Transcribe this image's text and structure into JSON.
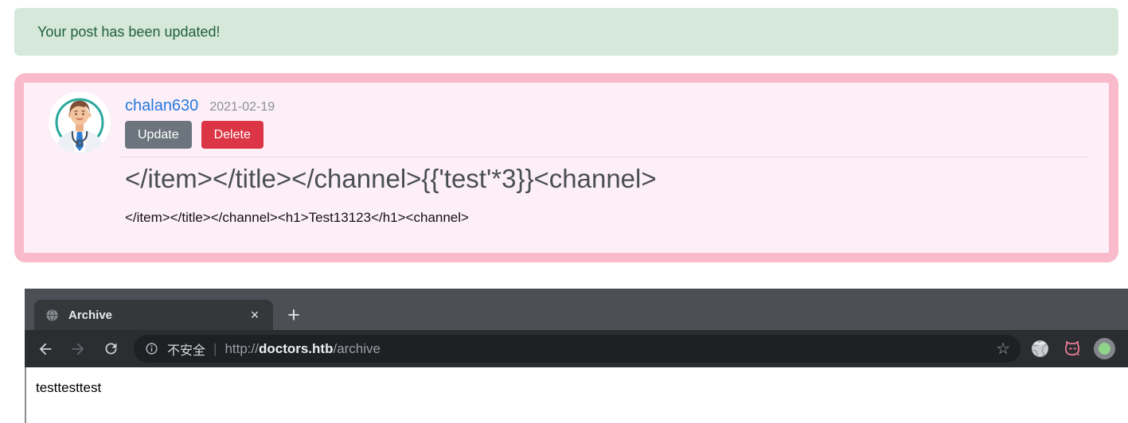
{
  "alert": {
    "message": "Your post has been updated!"
  },
  "post": {
    "author": "chalan630",
    "date": "2021-02-19",
    "actions": {
      "update": "Update",
      "delete": "Delete"
    },
    "title": "</item></title></channel>{{'test'*3}}<channel>",
    "body": "</item></title></channel><h1>Test13123</h1><channel>"
  },
  "browser": {
    "tab": {
      "title": "Archive"
    },
    "address": {
      "security_label": "不安全",
      "separator": "|",
      "scheme": "http://",
      "host": "doctors.htb",
      "path": "/archive"
    },
    "page_text": "testtesttest"
  },
  "icons": {
    "close": "×",
    "new_tab": "+",
    "bookmark_star": "☆"
  },
  "colors": {
    "alert_bg": "#d5e8da",
    "alert_text": "#22603a",
    "card_border": "#f9bacb",
    "card_bg": "#fdeff8",
    "author_link": "#2679dd",
    "update_button": "#6c757d",
    "delete_button": "#dc3545",
    "browser_frame": "#4c5056",
    "browser_tab": "#35373b",
    "browser_toolbar": "#2b2d31",
    "url_pill": "#1e2023",
    "avatar_ring": "#2aa89c",
    "cat_icon_pink": "#e57b95",
    "profile_green": "#8ed489"
  }
}
